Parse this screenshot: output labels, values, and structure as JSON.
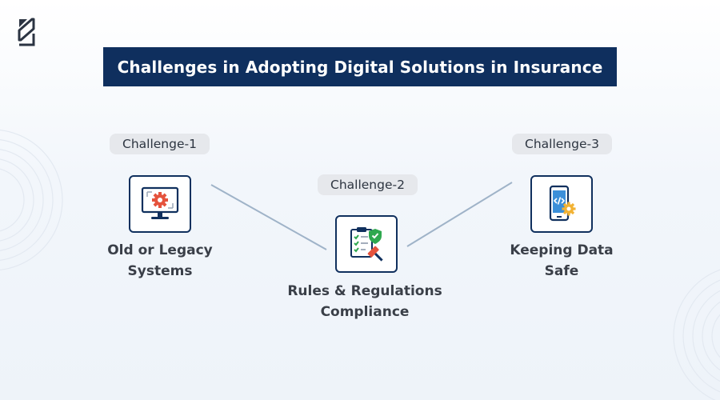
{
  "title": "Challenges in Adopting Digital Solutions in Insurance",
  "colors": {
    "navy": "#0f2f5e",
    "pill_bg": "#e6e8ec",
    "label_text": "#3a3f48",
    "connector": "#9fb3c8",
    "icon_red": "#e5533d",
    "icon_green": "#2fa84f",
    "icon_blue": "#3b8fd9",
    "icon_yellow": "#f2b233"
  },
  "challenges": [
    {
      "tag": "Challenge-1",
      "label_lines": [
        "Old or Legacy",
        "Systems"
      ],
      "icon": "legacy-computer-gear-icon"
    },
    {
      "tag": "Challenge-2",
      "label_lines": [
        "Rules & Regulations",
        "Compliance"
      ],
      "icon": "compliance-checklist-gavel-icon"
    },
    {
      "tag": "Challenge-3",
      "label_lines": [
        "Keeping Data",
        "Safe"
      ],
      "icon": "secure-mobile-code-gear-icon"
    }
  ]
}
